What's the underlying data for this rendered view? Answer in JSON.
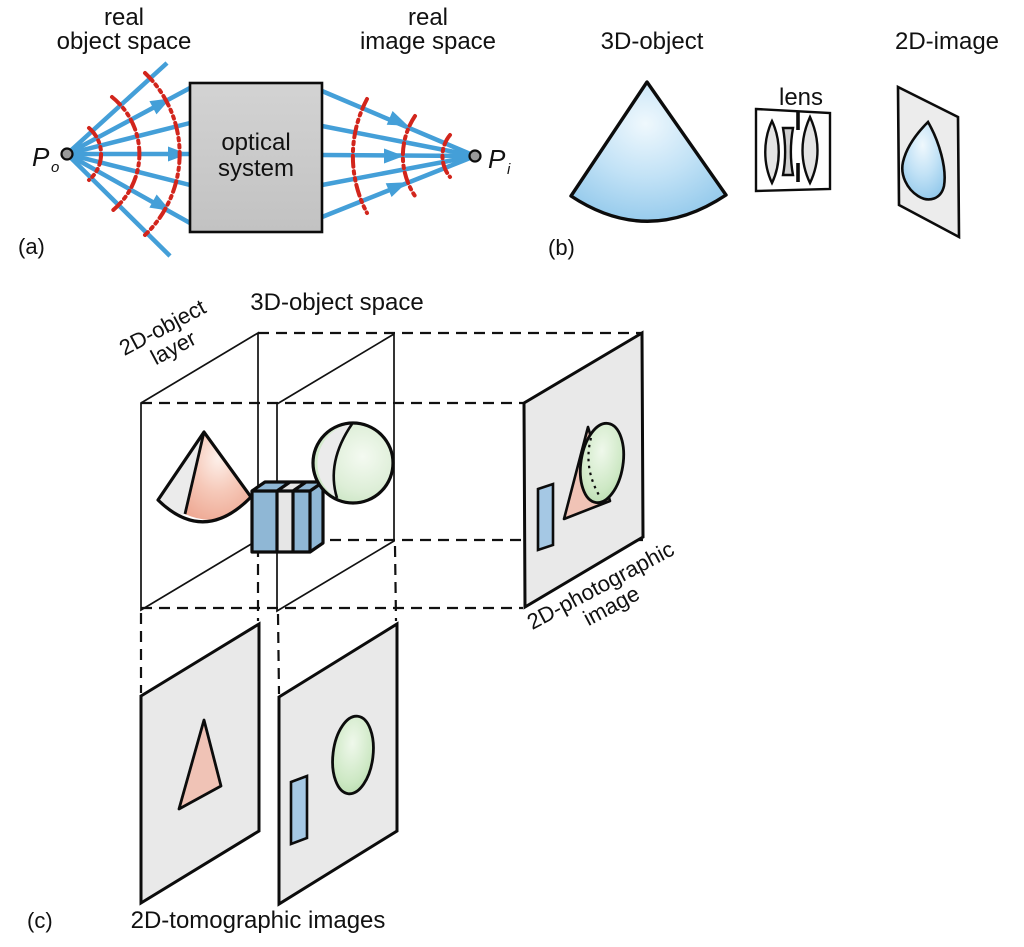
{
  "figure": {
    "panels": {
      "a": {
        "label": "(a)",
        "left_space_line1": "real",
        "left_space_line2": "object space",
        "right_space_line1": "real",
        "right_space_line2": "image space",
        "box_line1": "optical",
        "box_line2": "system",
        "point_object": "P",
        "point_object_sub": "o",
        "point_image": "P",
        "point_image_sub": "i"
      },
      "b": {
        "label": "(b)",
        "object_label": "3D-object",
        "lens_label": "lens",
        "image_label": "2D-image"
      },
      "c": {
        "label": "(c)",
        "space_label": "3D-object space",
        "layer_label_line1": "2D-object",
        "layer_label_line2": "layer",
        "photo_label_line1": "2D-photographic",
        "photo_label_line2": "image",
        "tomo_label": "2D-tomographic images"
      }
    },
    "colors": {
      "ray-blue": "#449fd8",
      "wavefront-red": "#d2251c",
      "box-gray": "#cbcbcb",
      "plane-gray": "#e9e9e9",
      "cube-blue": "#8fb7d5",
      "cube-stripe-gray": "#e6e6e6",
      "cone-blue": "#a8d4ef",
      "object-pink": "#f0b9a7",
      "sphere-green": "#d9edd3",
      "image-blue": "#a5c8e4",
      "ink": "#111111"
    }
  }
}
